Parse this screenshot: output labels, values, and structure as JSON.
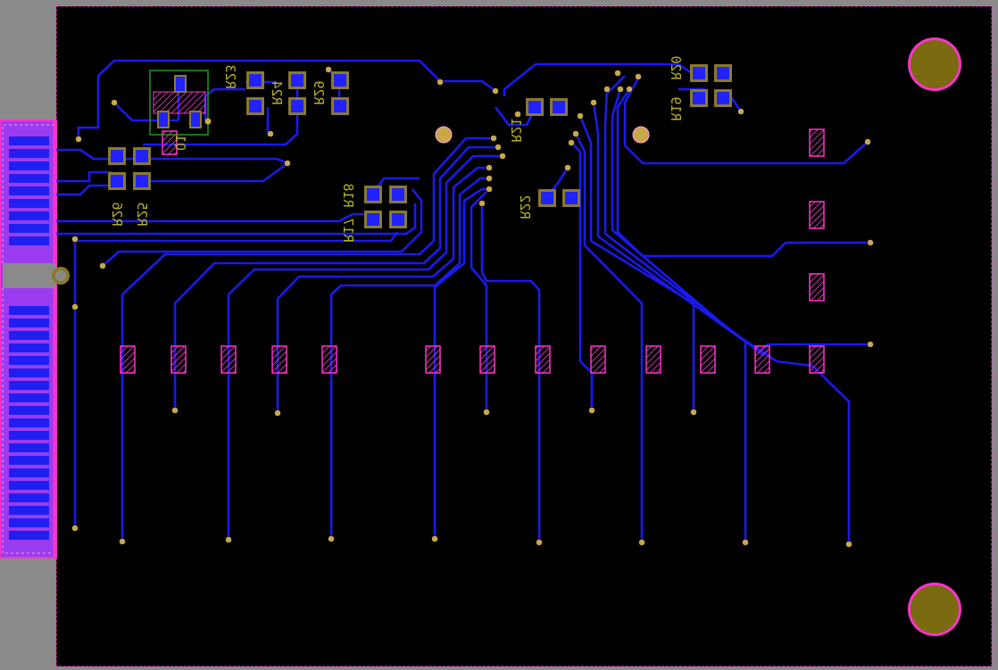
{
  "colors": {
    "background": "#8a8a8a",
    "board": "#000000",
    "outline": "#ff33cc",
    "trace": "#1a1aee",
    "pad": "#2222ff",
    "pad_ring": "#8a7a2a",
    "via": "#c9a84a",
    "silkscreen": "#b8b02a",
    "hole": "#7a6a10",
    "keepout": "#cc33aa",
    "connector": "#9b3cf0"
  },
  "labels": {
    "r23": "R23",
    "r24": "R24",
    "r29": "R29",
    "r20": "R20",
    "r19": "R19",
    "r21": "R21",
    "r22": "R22",
    "r18": "R18",
    "r17": "R17",
    "r26": "R26",
    "r25": "R25",
    "q1": "Q1"
  }
}
